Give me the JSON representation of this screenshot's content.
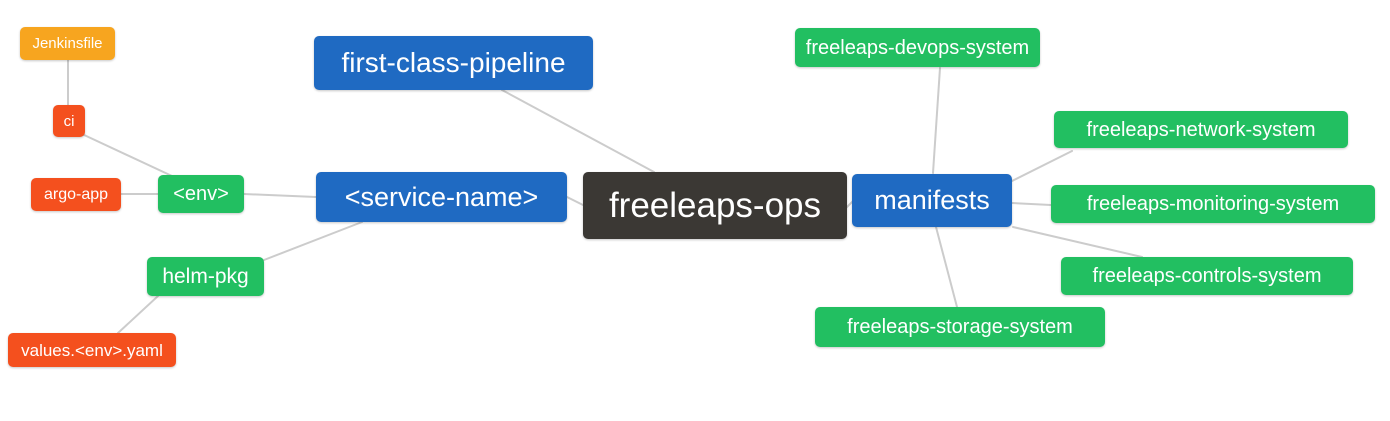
{
  "diagram": {
    "kind": "mindmap",
    "root_label": "freeleaps-ops"
  },
  "palette": {
    "root_bg": "#3B3834",
    "branch_blue": "#1F6AC2",
    "leaf_green": "#22BF61",
    "leaf_red": "#F4501E",
    "leaf_orange": "#F7A51F",
    "edge_gray": "#CCCCCC",
    "text": "#FFFFFF"
  },
  "nodes": {
    "freeleaps_ops": {
      "label": "freeleaps-ops",
      "color": "#3B3834"
    },
    "first_class_pipeline": {
      "label": "first-class-pipeline",
      "color": "#1F6AC2"
    },
    "service_name": {
      "label": "<service-name>",
      "color": "#1F6AC2"
    },
    "manifests": {
      "label": "manifests",
      "color": "#1F6AC2"
    },
    "env": {
      "label": "<env>",
      "color": "#22BF61"
    },
    "helm_pkg": {
      "label": "helm-pkg",
      "color": "#22BF61"
    },
    "ci": {
      "label": "ci",
      "color": "#F4501E"
    },
    "argo_app": {
      "label": "argo-app",
      "color": "#F4501E"
    },
    "jenkinsfile": {
      "label": "Jenkinsfile",
      "color": "#F7A51F"
    },
    "values_env_yaml": {
      "label": "values.<env>.yaml",
      "color": "#F4501E"
    },
    "devops_system": {
      "label": "freeleaps-devops-system",
      "color": "#22BF61"
    },
    "network_system": {
      "label": "freeleaps-network-system",
      "color": "#22BF61"
    },
    "monitoring_system": {
      "label": "freeleaps-monitoring-system",
      "color": "#22BF61"
    },
    "controls_system": {
      "label": "freeleaps-controls-system",
      "color": "#22BF61"
    },
    "storage_system": {
      "label": "freeleaps-storage-system",
      "color": "#22BF61"
    }
  },
  "edges": [
    {
      "from": "freeleaps_ops",
      "to": "first_class_pipeline"
    },
    {
      "from": "freeleaps_ops",
      "to": "service_name"
    },
    {
      "from": "freeleaps_ops",
      "to": "manifests"
    },
    {
      "from": "service_name",
      "to": "env"
    },
    {
      "from": "service_name",
      "to": "helm_pkg"
    },
    {
      "from": "env",
      "to": "ci"
    },
    {
      "from": "env",
      "to": "argo_app"
    },
    {
      "from": "ci",
      "to": "jenkinsfile"
    },
    {
      "from": "helm_pkg",
      "to": "values_env_yaml"
    },
    {
      "from": "manifests",
      "to": "devops_system"
    },
    {
      "from": "manifests",
      "to": "network_system"
    },
    {
      "from": "manifests",
      "to": "monitoring_system"
    },
    {
      "from": "manifests",
      "to": "controls_system"
    },
    {
      "from": "manifests",
      "to": "storage_system"
    }
  ]
}
